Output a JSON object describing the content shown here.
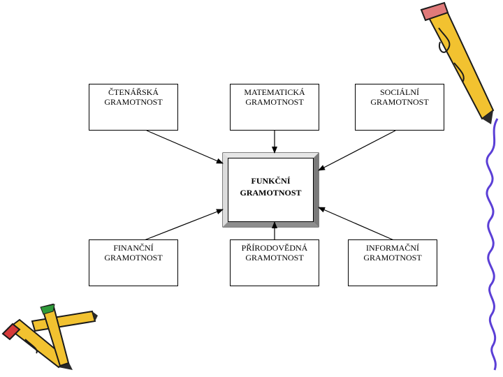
{
  "diagram": {
    "center": {
      "line1": "FUNKČNÍ",
      "line2": "GRAMOTNOST"
    },
    "nodes": [
      {
        "line1": "ČTENÁŘSKÁ",
        "line2": "GRAMOTNOST"
      },
      {
        "line1": "MATEMATICKÁ",
        "line2": "GRAMOTNOST"
      },
      {
        "line1": "SOCIÁLNÍ",
        "line2": "GRAMOTNOST"
      },
      {
        "line1": "FINANČNÍ",
        "line2": "GRAMOTNOST"
      },
      {
        "line1": "PŘÍRODOVĚDNÁ",
        "line2": "GRAMOTNOST"
      },
      {
        "line1": "INFORMAČNÍ",
        "line2": "GRAMOTNOST"
      }
    ],
    "connector_color": "#000000",
    "decorations": [
      "pencil-icon",
      "crayons-icon"
    ]
  }
}
